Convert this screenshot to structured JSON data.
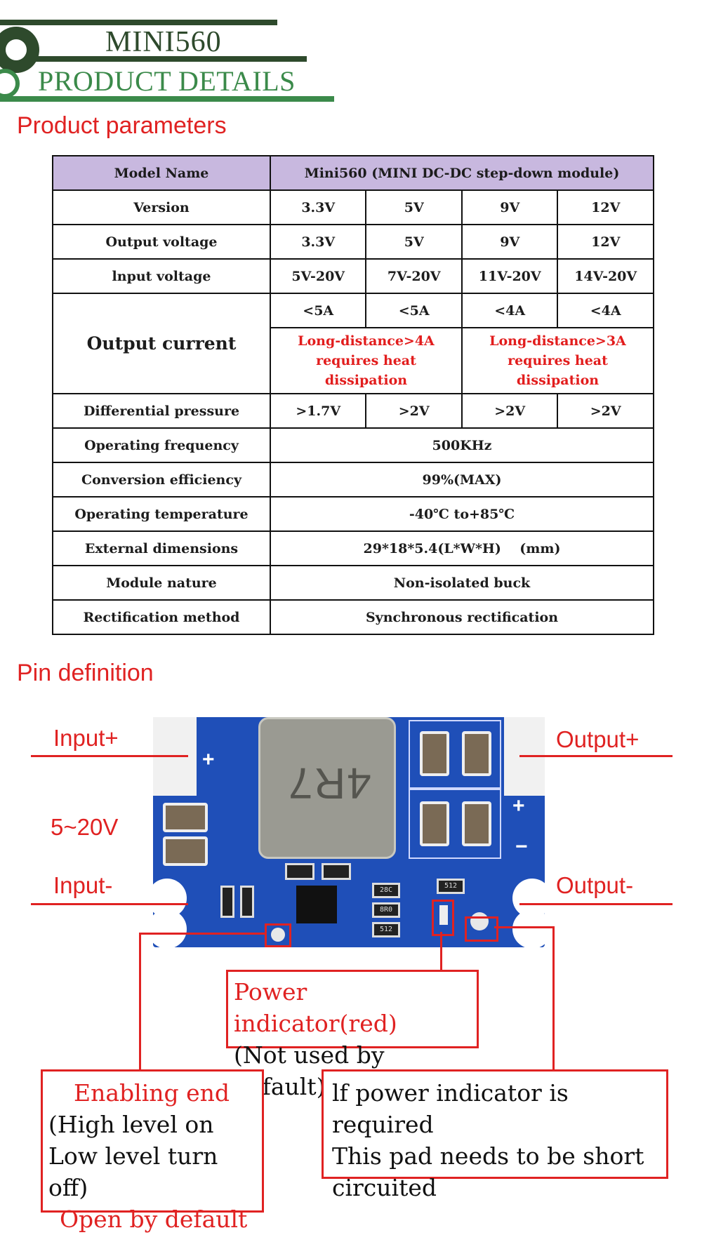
{
  "header": {
    "title": "MINI560",
    "subtitle": "PRODUCT DETAILS"
  },
  "sections": {
    "params": "Product parameters",
    "pins": "Pin definition"
  },
  "table": {
    "model_label": "Model Name",
    "model_value": "Mini560 (MINI DC-DC step-down module)",
    "version": {
      "label": "Version",
      "values": [
        "3.3V",
        "5V",
        "9V",
        "12V"
      ]
    },
    "output_voltage": {
      "label": "Output voltage",
      "values": [
        "3.3V",
        "5V",
        "9V",
        "12V"
      ]
    },
    "input_voltage": {
      "label": "lnput voltage",
      "values": [
        "5V-20V",
        "7V-20V",
        "11V-20V",
        "14V-20V"
      ]
    },
    "output_current": {
      "label": "Output current",
      "values": [
        "<5A",
        "<5A",
        "<4A",
        "<4A"
      ],
      "note_left": [
        "Long-distance>4A",
        "requires heat",
        "dissipation"
      ],
      "note_right": [
        "Long-distance>3A",
        "requires heat",
        "dissipation"
      ]
    },
    "differential": {
      "label": "Differential pressure",
      "values": [
        ">1.7V",
        ">2V",
        ">2V",
        ">2V"
      ]
    },
    "rows": [
      {
        "label": "Operating frequency",
        "value": "500KHz"
      },
      {
        "label": "Conversion efficiency",
        "value": "99%(MAX)"
      },
      {
        "label": "Operating temperature",
        "value": "-40℃ to+85℃"
      },
      {
        "label": "External dimensions",
        "value": "29*18*5.4(L*W*H)    (mm)"
      },
      {
        "label": "Module nature",
        "value": "Non-isolated buck"
      },
      {
        "label": "Rectification method",
        "value": "Synchronous rectification"
      }
    ]
  },
  "pcb": {
    "inductor_marking": "4R7",
    "smd_markings": [
      "28C",
      "8R0",
      "512",
      "512"
    ],
    "plus_sign": "+",
    "minus_sign": "−"
  },
  "pins": {
    "input_plus": "Input+",
    "input_minus": "Input-",
    "output_plus": "Output+",
    "output_minus": "Output-",
    "voltage": "5~20V"
  },
  "callouts": {
    "power_indicator": {
      "title": "Power indicator(red)",
      "note": "(Not used by default)"
    },
    "enabling": {
      "title": "Enabling end",
      "line1": "(High level on",
      "line2": "Low level turn off)",
      "line3": "Open by default"
    },
    "pad": {
      "line1": "lf power indicator is required",
      "line2": "This pad needs to be short",
      "line3": "circuited"
    }
  },
  "colors": {
    "accent_red": "#e02222",
    "header_green": "#3b8a4a",
    "header_dark": "#2e4a2c",
    "table_head": "#c8b8df",
    "pcb_blue": "#1f4fb8"
  }
}
